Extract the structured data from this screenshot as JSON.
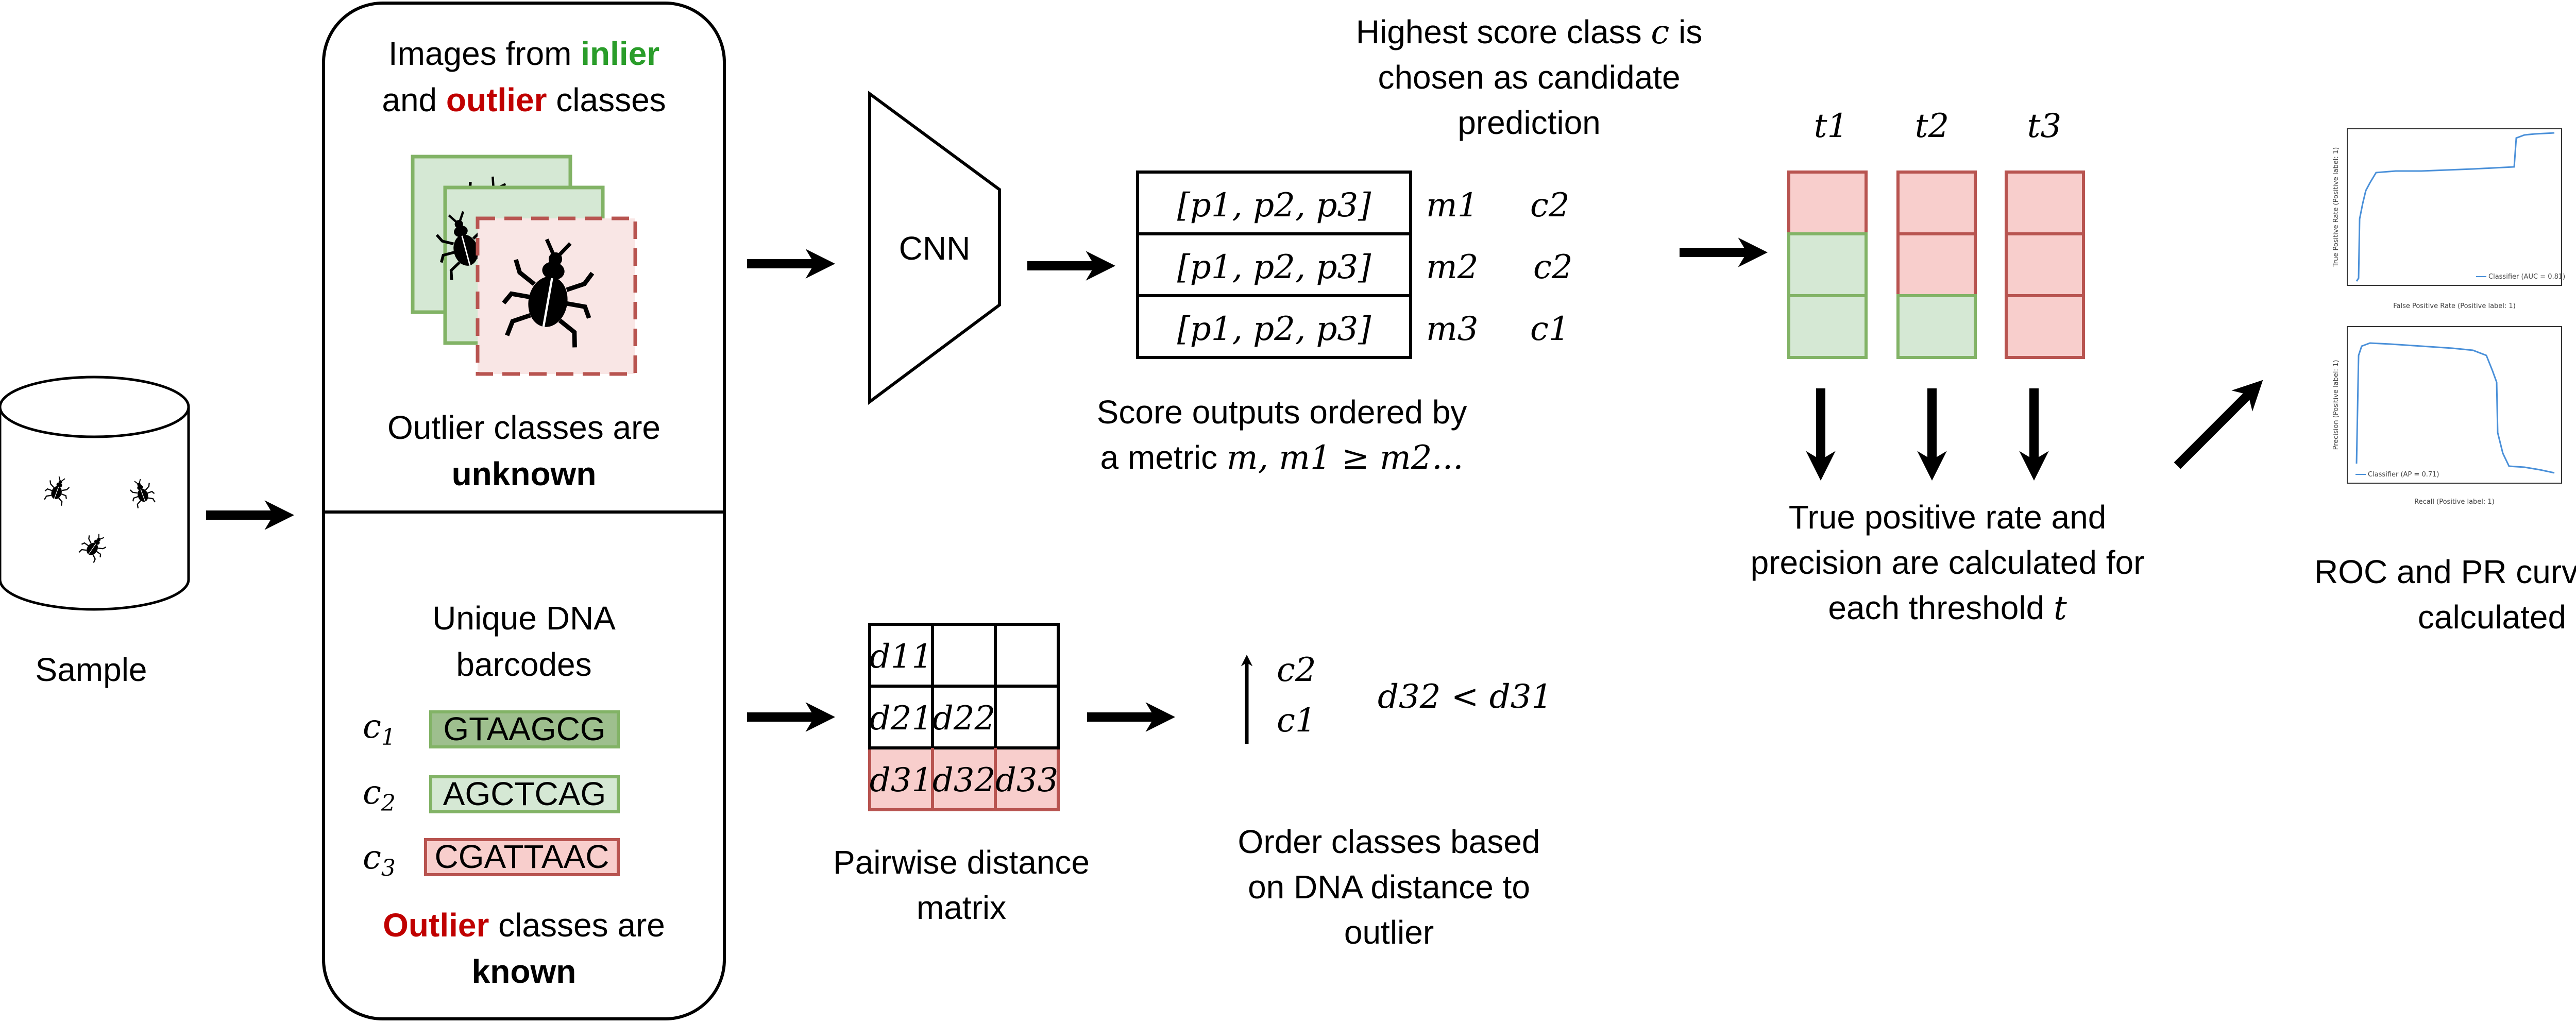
{
  "sample": {
    "label": "Sample"
  },
  "panel_top": {
    "line1_prefix": "Images from ",
    "line1_inlier": "inlier",
    "line2_prefix": "and ",
    "line2_outlier": "outlier",
    "line2_suffix": " classes",
    "note_line1": "Outlier classes are",
    "note_line2": "unknown"
  },
  "panel_bottom": {
    "title_line1": "Unique DNA",
    "title_line2": "barcodes",
    "barcodes": [
      {
        "class": "c",
        "sub": "1",
        "seq": "GTAAGCG"
      },
      {
        "class": "c",
        "sub": "2",
        "seq": "AGCTCAG"
      },
      {
        "class": "c",
        "sub": "3",
        "seq": "CGATTAAC"
      }
    ],
    "note_outlier": "Outlier",
    "note_suffix": " classes are",
    "note_line2": "known"
  },
  "cnn": {
    "label": "CNN"
  },
  "scores": {
    "header_line1": "Highest score class ",
    "header_var": "c",
    "header_line1_end": " is",
    "header_line2": "chosen as candidate",
    "header_line3": "prediction",
    "rows": [
      {
        "vector": "[p1, p2, p3]",
        "metric": "m1",
        "class": "c2"
      },
      {
        "vector": "[p1, p2, p3]",
        "metric": "m2",
        "class": "c2"
      },
      {
        "vector": "[p1, p2, p3]",
        "metric": "m3",
        "class": "c1"
      }
    ],
    "caption_line1": "Score outputs ordered by",
    "caption_line2_prefix": "a metric ",
    "caption_line2_math": "m, m1 ≥ m2...",
    "caption_line2_suffix": "..."
  },
  "distance": {
    "matrix": [
      [
        "d11",
        "",
        ""
      ],
      [
        "d21",
        "d22",
        ""
      ],
      [
        "d31",
        "d32",
        "d33"
      ]
    ],
    "caption_line1": "Pairwise distance",
    "caption_line2": "matrix",
    "order_top": "c2",
    "order_bottom": "c1",
    "inequality": "d32 < d31",
    "order_caption_line1": "Order classes based",
    "order_caption_line2": "on DNA distance to",
    "order_caption_line3": "outlier"
  },
  "thresholds": {
    "labels": [
      "t1",
      "t2",
      "t3"
    ],
    "caption_line1": "True positive rate and",
    "caption_line2": "precision are calculated for",
    "caption_line3_prefix": "each threshold ",
    "caption_line3_var": "t"
  },
  "curves": {
    "caption_line1": "ROC and PR curves are",
    "caption_line2": "calculated",
    "roc": {
      "xlabel": "False Positive Rate (Positive label: 1)",
      "ylabel": "True Positive Rate (Positive label: 1)",
      "legend": "Classifier (AUC = 0.81)"
    },
    "pr": {
      "xlabel": "Recall (Positive label: 1)",
      "ylabel": "Precision (Positive label: 1)",
      "legend": "Classifier (AP = 0.71)"
    }
  },
  "colors": {
    "inlier_text": "#2a9d2a",
    "outlier_text": "#c00000",
    "green_fill": "#d5e8d4",
    "green_stroke": "#82b366",
    "red_fill": "#f8cecc",
    "red_stroke": "#b85450",
    "plot_line": "#4a90d9"
  }
}
